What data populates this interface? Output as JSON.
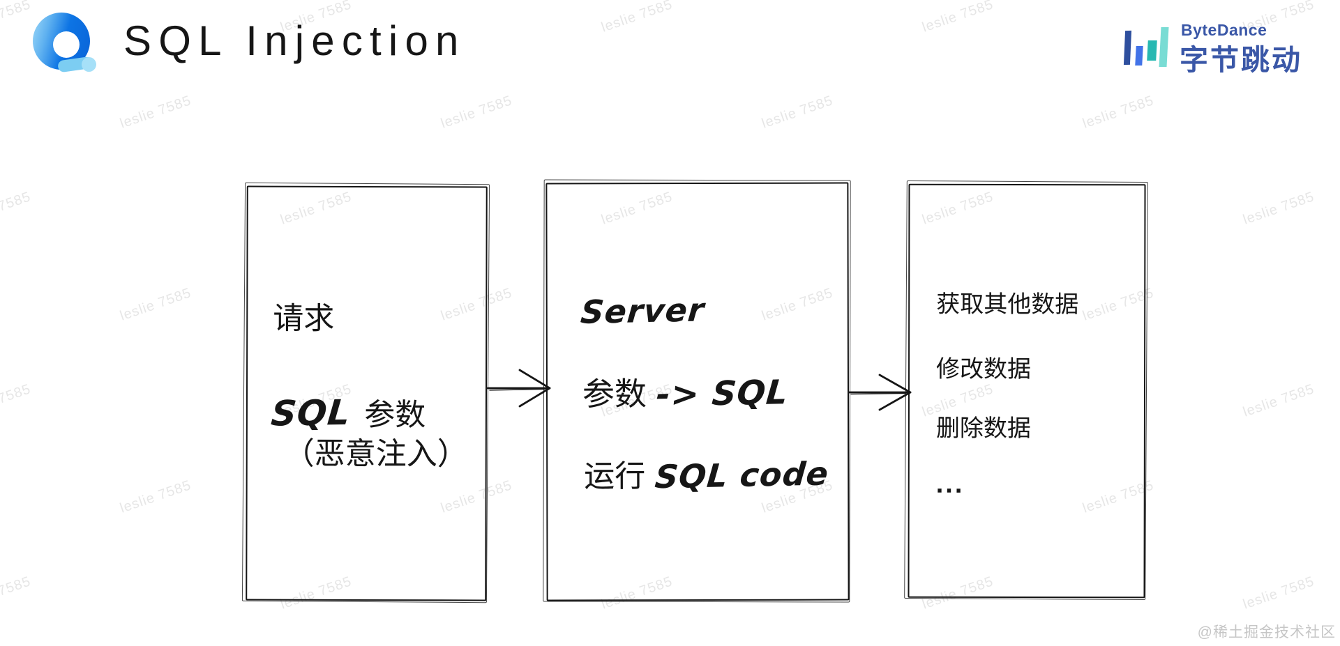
{
  "header": {
    "title": "SQL Injection",
    "brand": {
      "name_en": "ByteDance",
      "name_zh": "字节跳动"
    }
  },
  "diagram": {
    "box1": {
      "line1": "请求",
      "line2_hand": "SQL",
      "line2_cjk": "参数",
      "line3": "（恶意注入）"
    },
    "box2": {
      "line1": "Server",
      "line2_cjk": "参数",
      "line2_hand": "-> SQL",
      "line3_cjk": "运行",
      "line3_hand": "SQL code"
    },
    "box3": {
      "line1": "获取其他数据",
      "line2": "修改数据",
      "line3": "删除数据",
      "line4": "..."
    }
  },
  "footer": {
    "credit": "@稀土掘金技术社区"
  },
  "watermark": {
    "text": "leslie 7585"
  },
  "colors": {
    "title_text": "#161616",
    "brand_blue": "#3a57a7",
    "bar1": "#2e4f9e",
    "bar2": "#4273e8",
    "bar3": "#27b8b2",
    "bar4": "#79dcd4",
    "app_blue": "#0d74e4",
    "app_light": "#86cdf4",
    "ink": "#161616",
    "credit": "#c6c6c6"
  }
}
